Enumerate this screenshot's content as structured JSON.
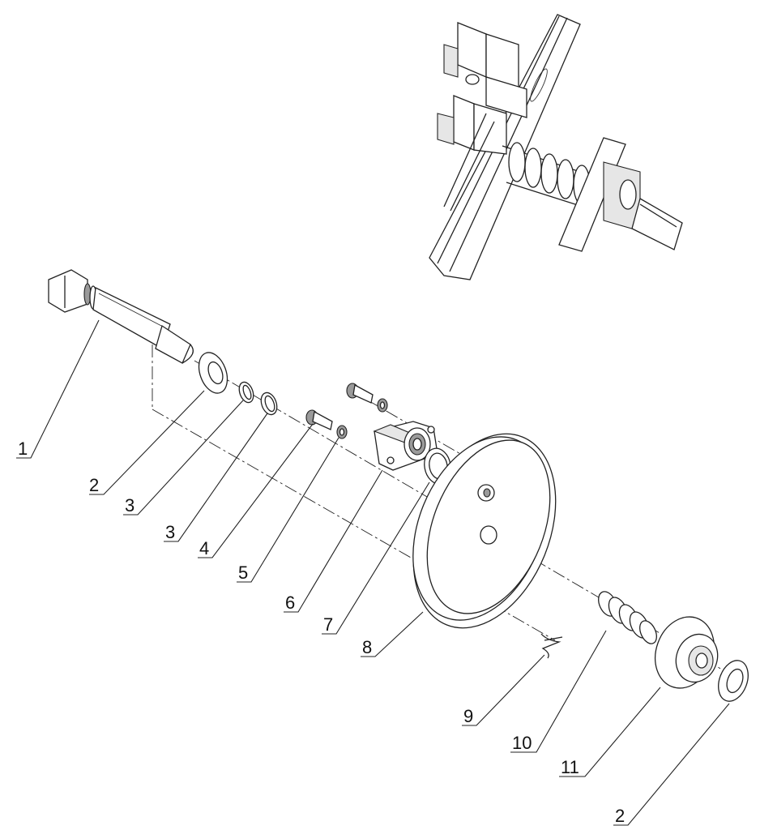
{
  "callouts": [
    {
      "id": "c1",
      "text": "1"
    },
    {
      "id": "c2a",
      "text": "2"
    },
    {
      "id": "c3a",
      "text": "3"
    },
    {
      "id": "c3b",
      "text": "3"
    },
    {
      "id": "c4",
      "text": "4"
    },
    {
      "id": "c5",
      "text": "5"
    },
    {
      "id": "c6",
      "text": "6"
    },
    {
      "id": "c7",
      "text": "7"
    },
    {
      "id": "c8",
      "text": "8"
    },
    {
      "id": "c9",
      "text": "9"
    },
    {
      "id": "c10",
      "text": "10"
    },
    {
      "id": "c11",
      "text": "11"
    },
    {
      "id": "c2b",
      "text": "2"
    }
  ]
}
